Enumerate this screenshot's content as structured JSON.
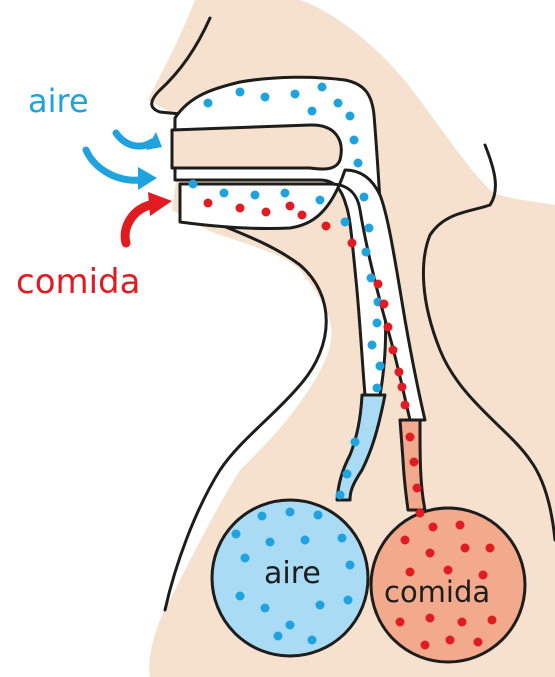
{
  "labels": {
    "air_in": "aire",
    "food_in": "comida",
    "air_organ": "aire",
    "food_organ": "comida"
  },
  "colors": {
    "skin": "#f6e1cf",
    "outline": "#1d1d1b",
    "air": "#1ea3df",
    "air_fill": "#a9dbf5",
    "food": "#e11b22",
    "food_fill": "#f3a98b",
    "background": "#ffffff"
  },
  "icons": {
    "air_arrows": "air-arrow-icon",
    "food_arrow": "food-arrow-icon"
  }
}
